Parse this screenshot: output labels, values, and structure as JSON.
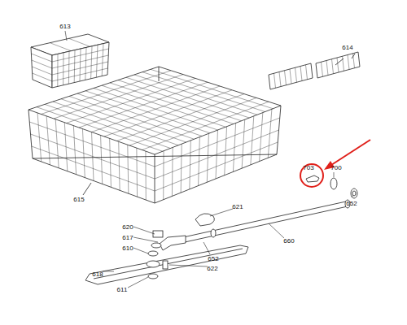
{
  "diagram": {
    "labels": [
      "613",
      "614",
      "703",
      "700",
      "652",
      "615",
      "621",
      "620",
      "617",
      "660",
      "610",
      "652",
      "618",
      "622",
      "611"
    ]
  }
}
